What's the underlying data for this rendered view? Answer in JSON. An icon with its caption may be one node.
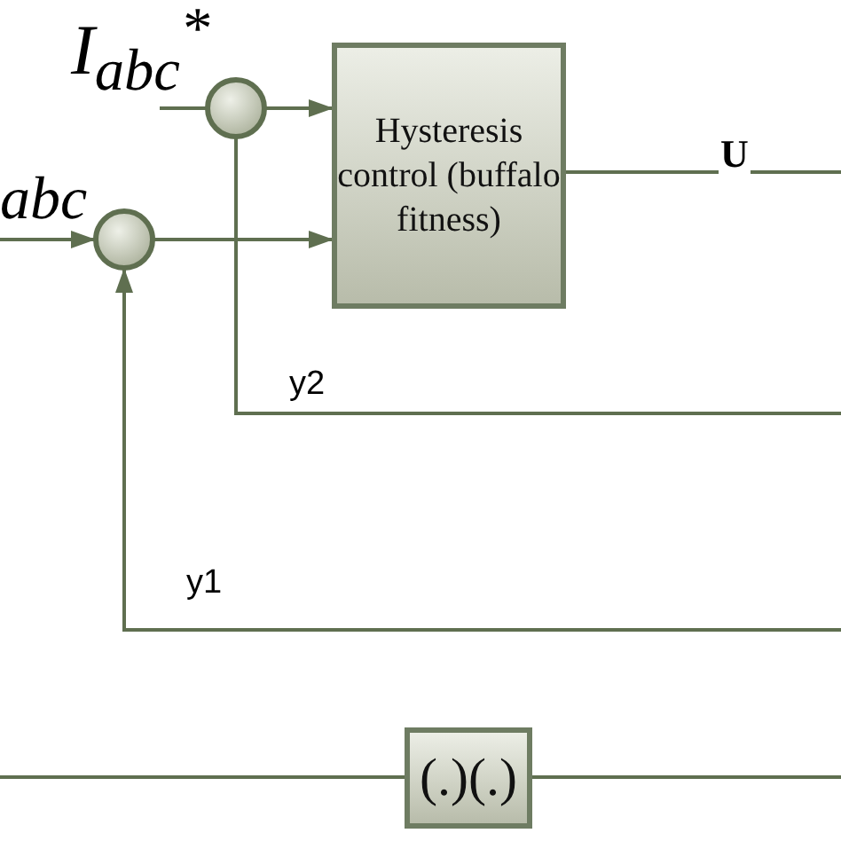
{
  "diagram": {
    "nodes": [
      {
        "text": [],
        "shape": "circle"
      },
      {
        "text": [],
        "shape": "circle"
      },
      {
        "text": [
          "Hysteresis control (buffalo fitness)"
        ]
      },
      {
        "text": [
          "(.)(.)"
        ]
      }
    ],
    "edges": [
      {
        "from": null,
        "to": 0,
        "arrow": "none"
      },
      {
        "from": 0,
        "to": 2,
        "arrow": "to"
      },
      {
        "from": null,
        "to": 1,
        "arrow": "to"
      },
      {
        "from": 1,
        "to": 2,
        "arrow": "to"
      },
      {
        "from": 2,
        "to": null,
        "arrow": "none",
        "label": "U"
      },
      {
        "from": 0,
        "to": null,
        "arrow": "none",
        "label": "y2"
      },
      {
        "from": null,
        "to": 1,
        "arrow": "to",
        "label": "y1"
      },
      {
        "from": null,
        "to": 3,
        "arrow": "none"
      },
      {
        "from": 3,
        "to": null,
        "arrow": "none"
      }
    ],
    "labels": [
      "I$_{abc}$$^{*}$",
      "abc"
    ]
  }
}
